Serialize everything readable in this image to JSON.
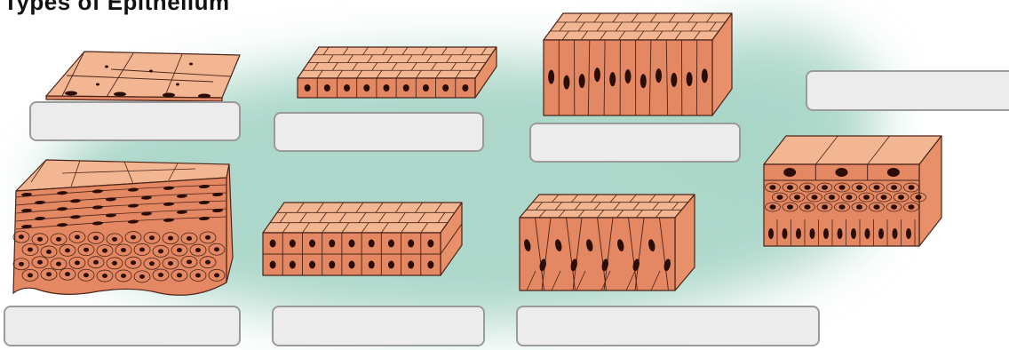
{
  "title": "Types of Epithelium",
  "colors": {
    "glow": "#a9d5c8",
    "cell_top": "#f3b692",
    "cell_side": "#e89069",
    "cell_front": "#e48763",
    "outline": "#4a2418",
    "nucleus": "#2a0d06",
    "label_box_fill": "#ececec",
    "label_box_border": "#9a9a9a"
  },
  "tissues": [
    {
      "id": "simple-squamous"
    },
    {
      "id": "simple-cuboidal"
    },
    {
      "id": "simple-columnar"
    },
    {
      "id": "stratified-squamous"
    },
    {
      "id": "stratified-cuboidal"
    },
    {
      "id": "pseudostratified-columnar"
    },
    {
      "id": "transitional"
    }
  ],
  "label_boxes": [
    {
      "id": "box-1",
      "value": ""
    },
    {
      "id": "box-2",
      "value": ""
    },
    {
      "id": "box-3",
      "value": ""
    },
    {
      "id": "box-4",
      "value": ""
    },
    {
      "id": "box-5",
      "value": ""
    },
    {
      "id": "box-6",
      "value": ""
    },
    {
      "id": "box-7",
      "value": ""
    },
    {
      "id": "box-8",
      "value": ""
    }
  ]
}
